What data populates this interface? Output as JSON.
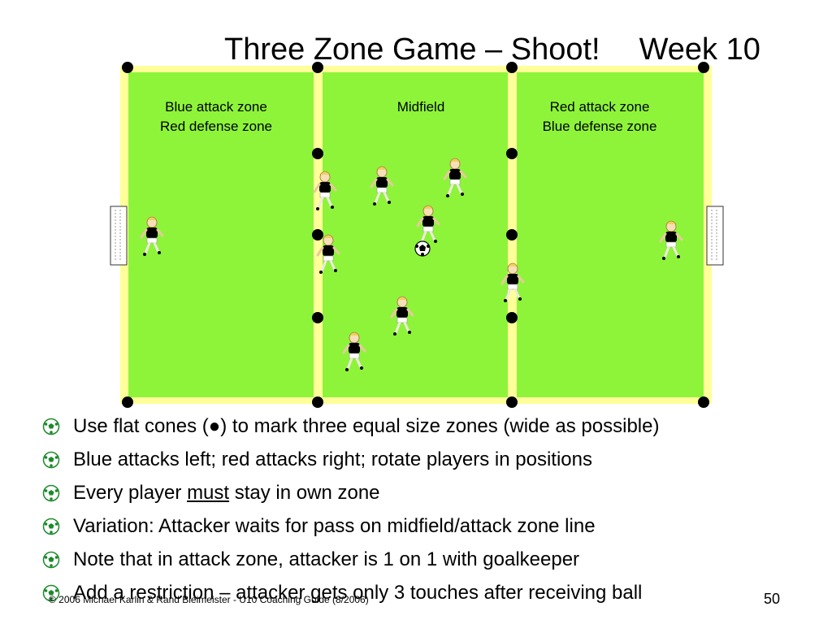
{
  "title": {
    "main": "Three Zone Game – Shoot!",
    "week": "Week 10"
  },
  "zones": [
    {
      "line1": "Blue attack zone",
      "line2": "Red defense zone"
    },
    {
      "line1": "Midfield",
      "line2": ""
    },
    {
      "line1": "Red attack zone",
      "line2": "Blue defense zone"
    }
  ],
  "bullets": [
    {
      "before": "Use flat cones (",
      "symbol": "●",
      "after": ") to mark three equal size zones (wide as possible)"
    },
    {
      "text": "Blue attacks left; red attacks right; rotate players in positions"
    },
    {
      "before": "Every player ",
      "emph": "must",
      "after": " stay in own zone"
    },
    {
      "text": "Variation: Attacker waits for pass on midfield/attack zone line"
    },
    {
      "text": "Note that in attack zone, attacker is 1 on 1 with goalkeeper"
    },
    {
      "text": "Add a restriction – attacker gets only 3 touches after receiving ball"
    }
  ],
  "footer": "© 2006 Michael Karlin & Rand Bleimeister  - U10 Coaching Guide (8/2006)",
  "page_number": "50",
  "colors": {
    "grass": "#8ef43a",
    "border": "#ffff99",
    "blue_team": "#3344cc",
    "red_team": "#dd2222",
    "keeper": "#22aa33"
  }
}
